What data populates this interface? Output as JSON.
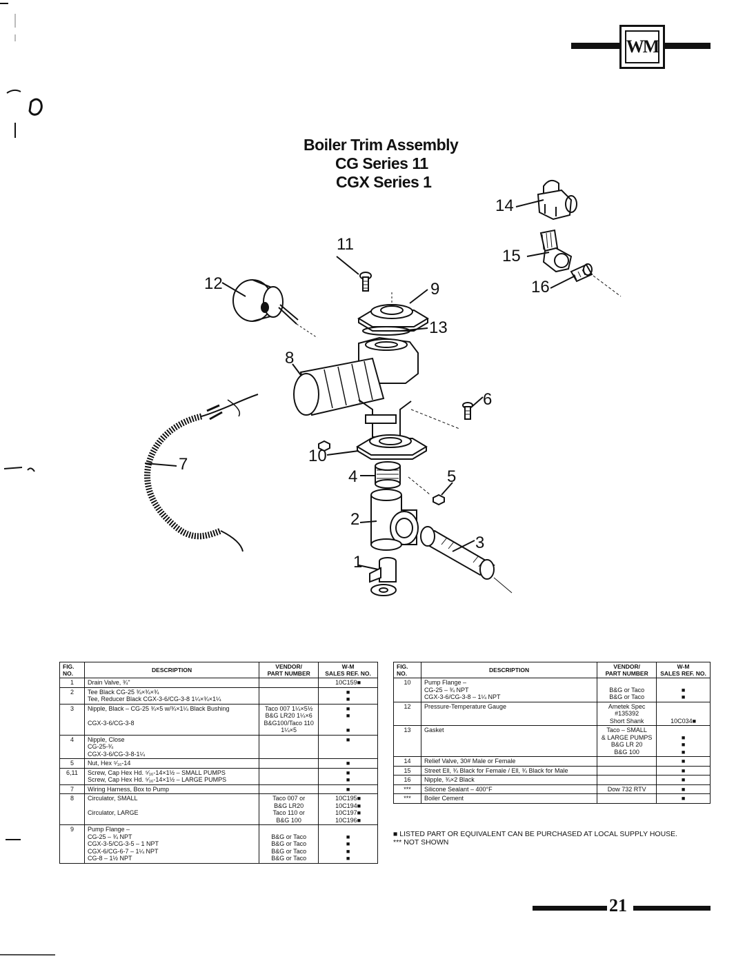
{
  "header": {
    "logo_text": "WM",
    "title_lines": [
      "Boiler Trim Assembly",
      "CG Series 11",
      "CGX Series 1"
    ]
  },
  "callouts": [
    "1",
    "2",
    "3",
    "4",
    "5",
    "6",
    "7",
    "8",
    "9",
    "10",
    "11",
    "12",
    "13",
    "14",
    "15",
    "16"
  ],
  "table_left": {
    "headers": {
      "fig": "FIG.\nNO.",
      "desc": "DESCRIPTION",
      "vendor": "VENDOR/\nPART NUMBER",
      "sales": "W-M\nSALES REF. NO."
    },
    "rows": [
      {
        "fig": "1",
        "desc": "Drain Valve, ¾\"",
        "vendor": "",
        "sales": "10C159■"
      },
      {
        "fig": "2",
        "desc": "Tee Black CG-25 ¾×¾×¾\nTee, Reducer Black CGX-3-6/CG-3-8 1¼×¾×1¼",
        "vendor": "",
        "sales": "■\n■"
      },
      {
        "fig": "3",
        "desc": "Nipple, Black – CG-25 ¾×5 w/¾×1¼ Black Bushing\n\n      CGX-3-6/CG-3-8",
        "vendor": "Taco 007 1¼×5½\nB&G LR20 1¼×6\nB&G100/Taco 110\n1¼×5",
        "sales": "■\n■\n\n■"
      },
      {
        "fig": "4",
        "desc": "Nipple, Close\n      CG-25-¾\n      CGX-3-6/CG-3-8-1¼",
        "vendor": "",
        "sales": "■"
      },
      {
        "fig": "5",
        "desc": "Nut, Hex ⁵⁄₁₆-14",
        "vendor": "",
        "sales": "■"
      },
      {
        "fig": "6,11",
        "desc": "Screw, Cap Hex Hd. ⁵⁄₁₆-14×1½ – SMALL PUMPS\nScrew, Cap Hex Hd. ⁵⁄₁₆-14×1½ – LARGE PUMPS",
        "vendor": "",
        "sales": "■\n■"
      },
      {
        "fig": "7",
        "desc": "Wiring Harness, Box to Pump",
        "vendor": "",
        "sales": "■"
      },
      {
        "fig": "8",
        "desc": "Circulator, SMALL\n\nCirculator, LARGE",
        "vendor": "Taco 007 or\nB&G LR20\nTaco 110 or\nB&G 100",
        "sales": "10C195■\n10C194■\n10C197■\n10C196■"
      },
      {
        "fig": "9",
        "desc": "Pump Flange –\n      CG-25 – ¾ NPT\n      CGX-3-5/CG-3-5 – 1 NPT\n      CGX-6/CG-6-7 – 1¼ NPT\n      CG-8 – 1½ NPT",
        "vendor": "\nB&G or Taco\nB&G or Taco\nB&G or Taco\nB&G or Taco",
        "sales": "\n■\n■\n■\n■"
      }
    ]
  },
  "table_right": {
    "headers": {
      "fig": "FIG.\nNO.",
      "desc": "DESCRIPTION",
      "vendor": "VENDOR/\nPART NUMBER",
      "sales": "W-M\nSALES REF. NO."
    },
    "rows": [
      {
        "fig": "10",
        "desc": "Pump Flange –\n      CG-25 – ¾ NPT\n      CGX-3-6/CG-3-8 – 1¼ NPT",
        "vendor": "\nB&G or Taco\nB&G or Taco",
        "sales": "\n■\n■"
      },
      {
        "fig": "12",
        "desc": "Pressure-Temperature Gauge",
        "vendor": "Ametek Spec\n#135392\nShort Shank",
        "sales": "\n\n10C034■"
      },
      {
        "fig": "13",
        "desc": "Gasket",
        "vendor": "Taco – SMALL\n& LARGE PUMPS\nB&G LR 20\nB&G 100",
        "sales": "\n■\n■\n■"
      },
      {
        "fig": "14",
        "desc": "Relief Valve, 30# Male or Female",
        "vendor": "",
        "sales": "■"
      },
      {
        "fig": "15",
        "desc": "Street Ell, ¾ Black for Female / Ell, ¾ Black for Male",
        "vendor": "",
        "sales": "■"
      },
      {
        "fig": "16",
        "desc": "Nipple, ¾×2 Black",
        "vendor": "",
        "sales": "■"
      },
      {
        "fig": "***",
        "desc": "Silicone Sealant – 400°F",
        "vendor": "Dow 732 RTV",
        "sales": "■"
      },
      {
        "fig": "***",
        "desc": "Boiler Cement",
        "vendor": "",
        "sales": "■"
      }
    ]
  },
  "notes": {
    "listed": "■ LISTED PART OR EQUIVALENT CAN BE PURCHASED AT LOCAL SUPPLY HOUSE.",
    "not_shown": "*** NOT SHOWN"
  },
  "page_number": "21"
}
